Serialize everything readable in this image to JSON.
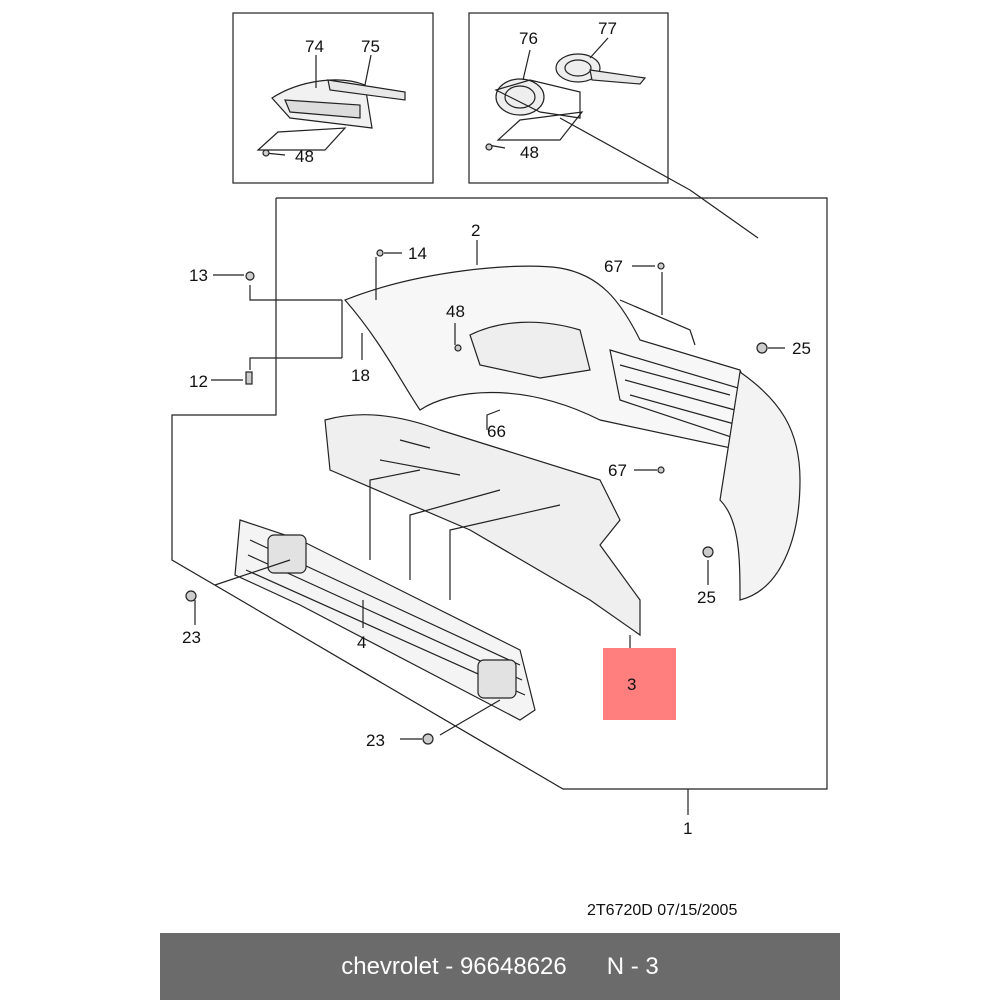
{
  "callouts": {
    "c74": "74",
    "c75": "75",
    "c48a": "48",
    "c76": "76",
    "c77": "77",
    "c48b": "48",
    "c2": "2",
    "c14": "14",
    "c13": "13",
    "c12": "12",
    "c18": "18",
    "c48c": "48",
    "c67a": "67",
    "c67b": "67",
    "c66": "66",
    "c25a": "25",
    "c25b": "25",
    "c23a": "23",
    "c23b": "23",
    "c4": "4",
    "c3": "3",
    "c1": "1"
  },
  "highlight": {
    "label": "3",
    "color": "#ff7f7f"
  },
  "doc_code": "2T6720D  07/15/2005",
  "footer": {
    "brand": "chevrolet",
    "sep": " - ",
    "part_number": "96648626",
    "page": "N - 3",
    "bg_color": "#6b6b6b"
  }
}
